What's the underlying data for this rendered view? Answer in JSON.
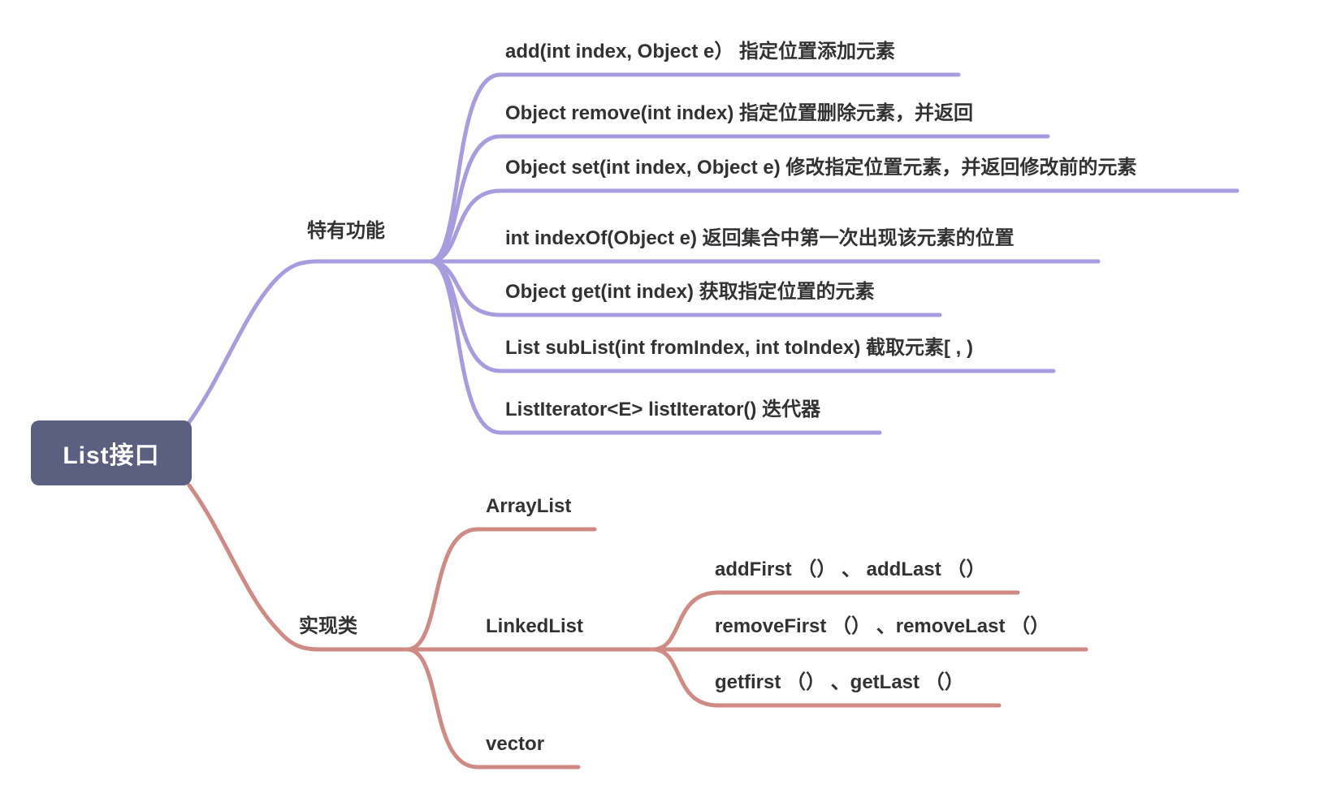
{
  "root": {
    "label": "List接口"
  },
  "branches": [
    {
      "label": "特有功能",
      "color": "#a79ce0",
      "children": [
        {
          "text": "add(int index, Object e） 指定位置添加元素"
        },
        {
          "text": "Object remove(int index) 指定位置删除元素，并返回"
        },
        {
          "text": "Object set(int index, Object e) 修改指定位置元素，并返回修改前的元素"
        },
        {
          "text": "int indexOf(Object e) 返回集合中第一次出现该元素的位置"
        },
        {
          "text": "Object get(int index) 获取指定位置的元素"
        },
        {
          "text": "List subList(int fromIndex, int toIndex) 截取元素[ , )"
        },
        {
          "text": "ListIterator<E> listIterator() 迭代器"
        }
      ]
    },
    {
      "label": "实现类",
      "color": "#cf8a84",
      "children": [
        {
          "text": "ArrayList"
        },
        {
          "text": "LinkedList",
          "children": [
            {
              "text": "addFirst （） 、 addLast （）"
            },
            {
              "text": "removeFirst （） 、removeLast （）"
            },
            {
              "text": "getfirst （） 、getLast （）"
            }
          ]
        },
        {
          "text": "vector"
        }
      ]
    }
  ],
  "colors": {
    "root_bg": "#5b6080",
    "root_text": "#ffffff",
    "branch_purple": "#a79ce0",
    "branch_red": "#cf8a84",
    "text": "#323232",
    "background": "#ffffff"
  }
}
